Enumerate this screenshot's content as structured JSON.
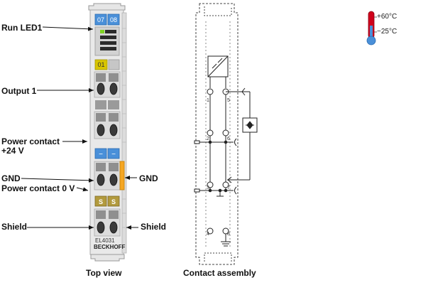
{
  "labels": {
    "run_led": "Run LED1",
    "output1": "Output 1",
    "power_contact_24v_line1": "Power contact",
    "power_contact_24v_line2": "+24 V",
    "gnd_left": "GND",
    "gnd_right": "GND",
    "power_contact_0v": "Power contact 0 V",
    "shield_left": "Shield",
    "shield_right": "Shield"
  },
  "captions": {
    "top_view": "Top view",
    "contact_assembly": "Contact assembly"
  },
  "terminal": {
    "top_badges": [
      "07",
      "08"
    ],
    "channel_badge": "01",
    "plus_badges": [
      "−",
      "−"
    ],
    "shield_badges": [
      "S",
      "S"
    ],
    "model": "EL4031",
    "brand": "BECKHOFF"
  },
  "contacts": {
    "top_pins": [
      "1",
      "5"
    ],
    "mid_pins": [
      "2",
      "6"
    ],
    "low_pins": [
      "3",
      "7"
    ],
    "bottom_pins": [
      "4",
      "8"
    ]
  },
  "temperature": {
    "max": "+60°C",
    "min": "−25°C"
  },
  "colors": {
    "badge_blue": "#4a90d9",
    "badge_yellow": "#d8c500",
    "badge_olive": "#b29a3d",
    "led_green": "#7ed321",
    "gnd_orange": "#f5a623",
    "thermo_red": "#d0021b",
    "thermo_blue": "#4a90d9"
  }
}
